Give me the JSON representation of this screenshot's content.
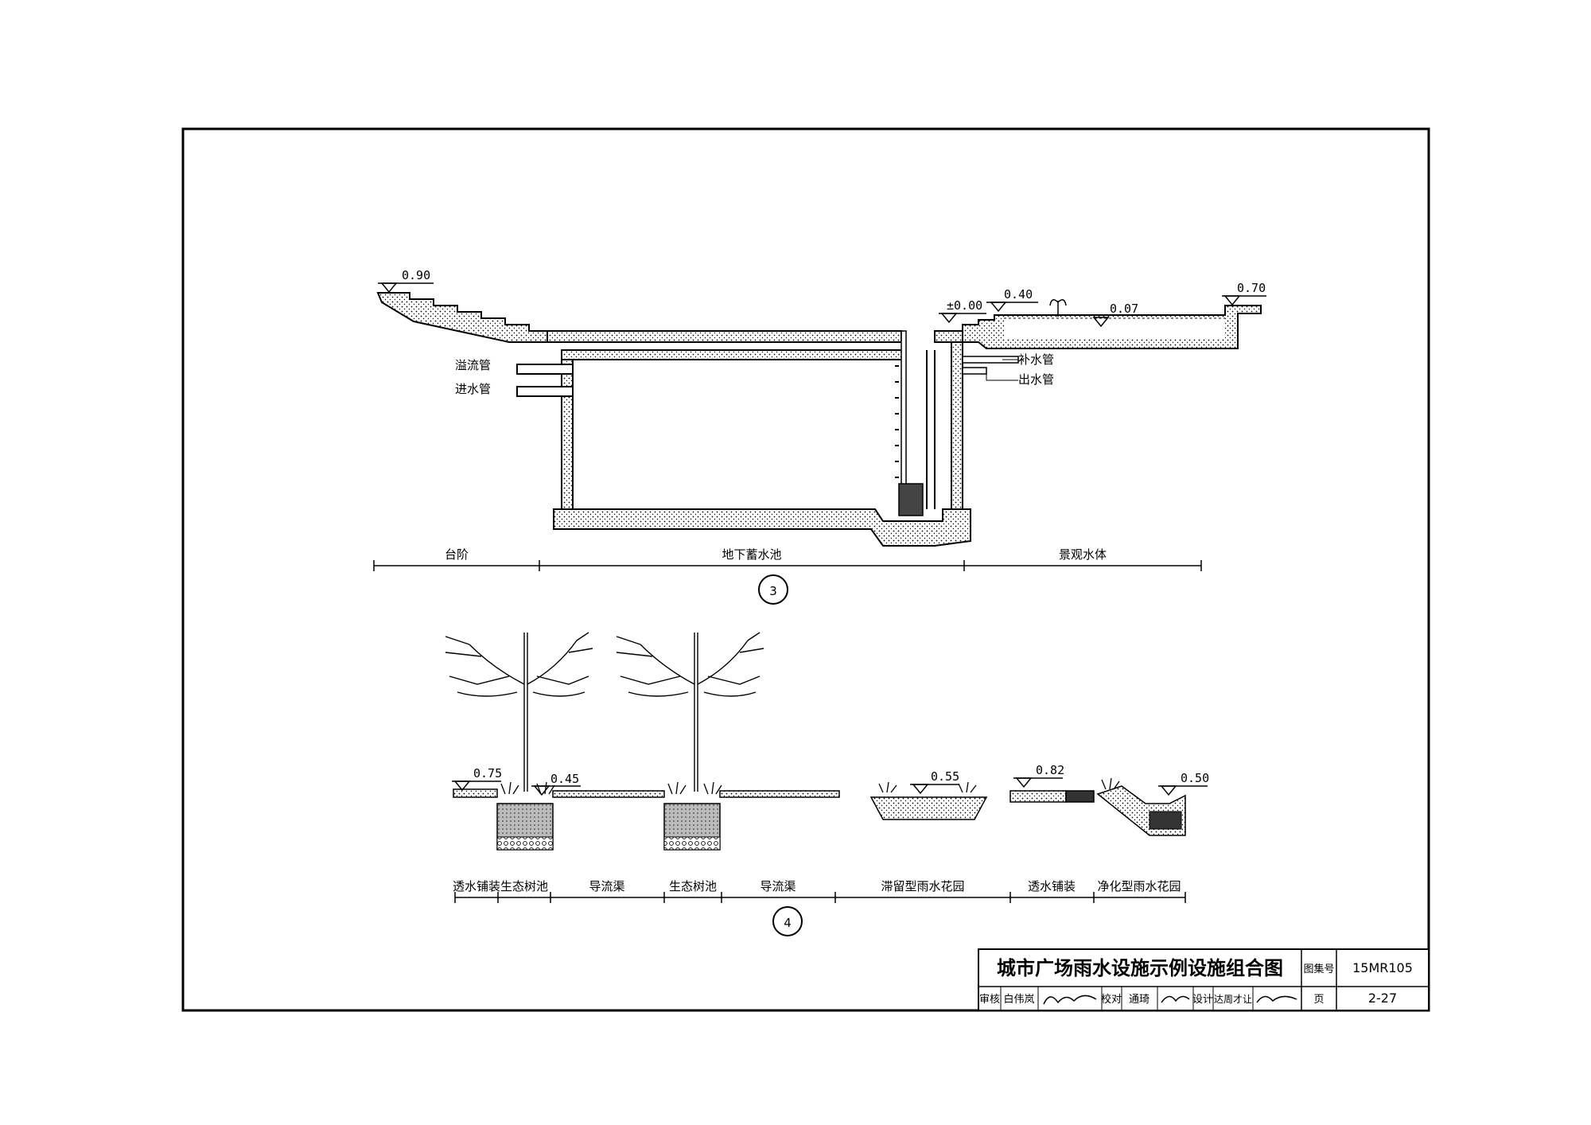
{
  "section3": {
    "number": "3",
    "elevations": {
      "steps_top": "0.90",
      "zero": "±0.00",
      "pool_edge": "0.40",
      "water": "0.07",
      "right_top": "0.70"
    },
    "pipes": {
      "overflow": "溢流管",
      "inlet": "进水管",
      "makeup": "补水管",
      "outlet": "出水管"
    },
    "zones": [
      "台阶",
      "地下蓄水池",
      "景观水体"
    ]
  },
  "section4": {
    "number": "4",
    "elevations": {
      "e1": "0.75",
      "e2": "0.45",
      "e3": "0.55",
      "e4": "0.82",
      "e5": "0.50"
    },
    "zones": [
      "透水铺装",
      "生态树池",
      "导流渠",
      "生态树池",
      "导流渠",
      "滞留型雨水花园",
      "透水铺装",
      "净化型雨水花园"
    ]
  },
  "title_block": {
    "title": "城市广场雨水设施示例设施组合图",
    "atlas_label": "图集号",
    "atlas_no": "15MR105",
    "review_label": "审核",
    "reviewer": "白伟岚",
    "check_label": "校对",
    "checker": "通琦",
    "design_label": "设计",
    "designer": "达周才让",
    "page_label": "页",
    "page_no": "2-27"
  }
}
